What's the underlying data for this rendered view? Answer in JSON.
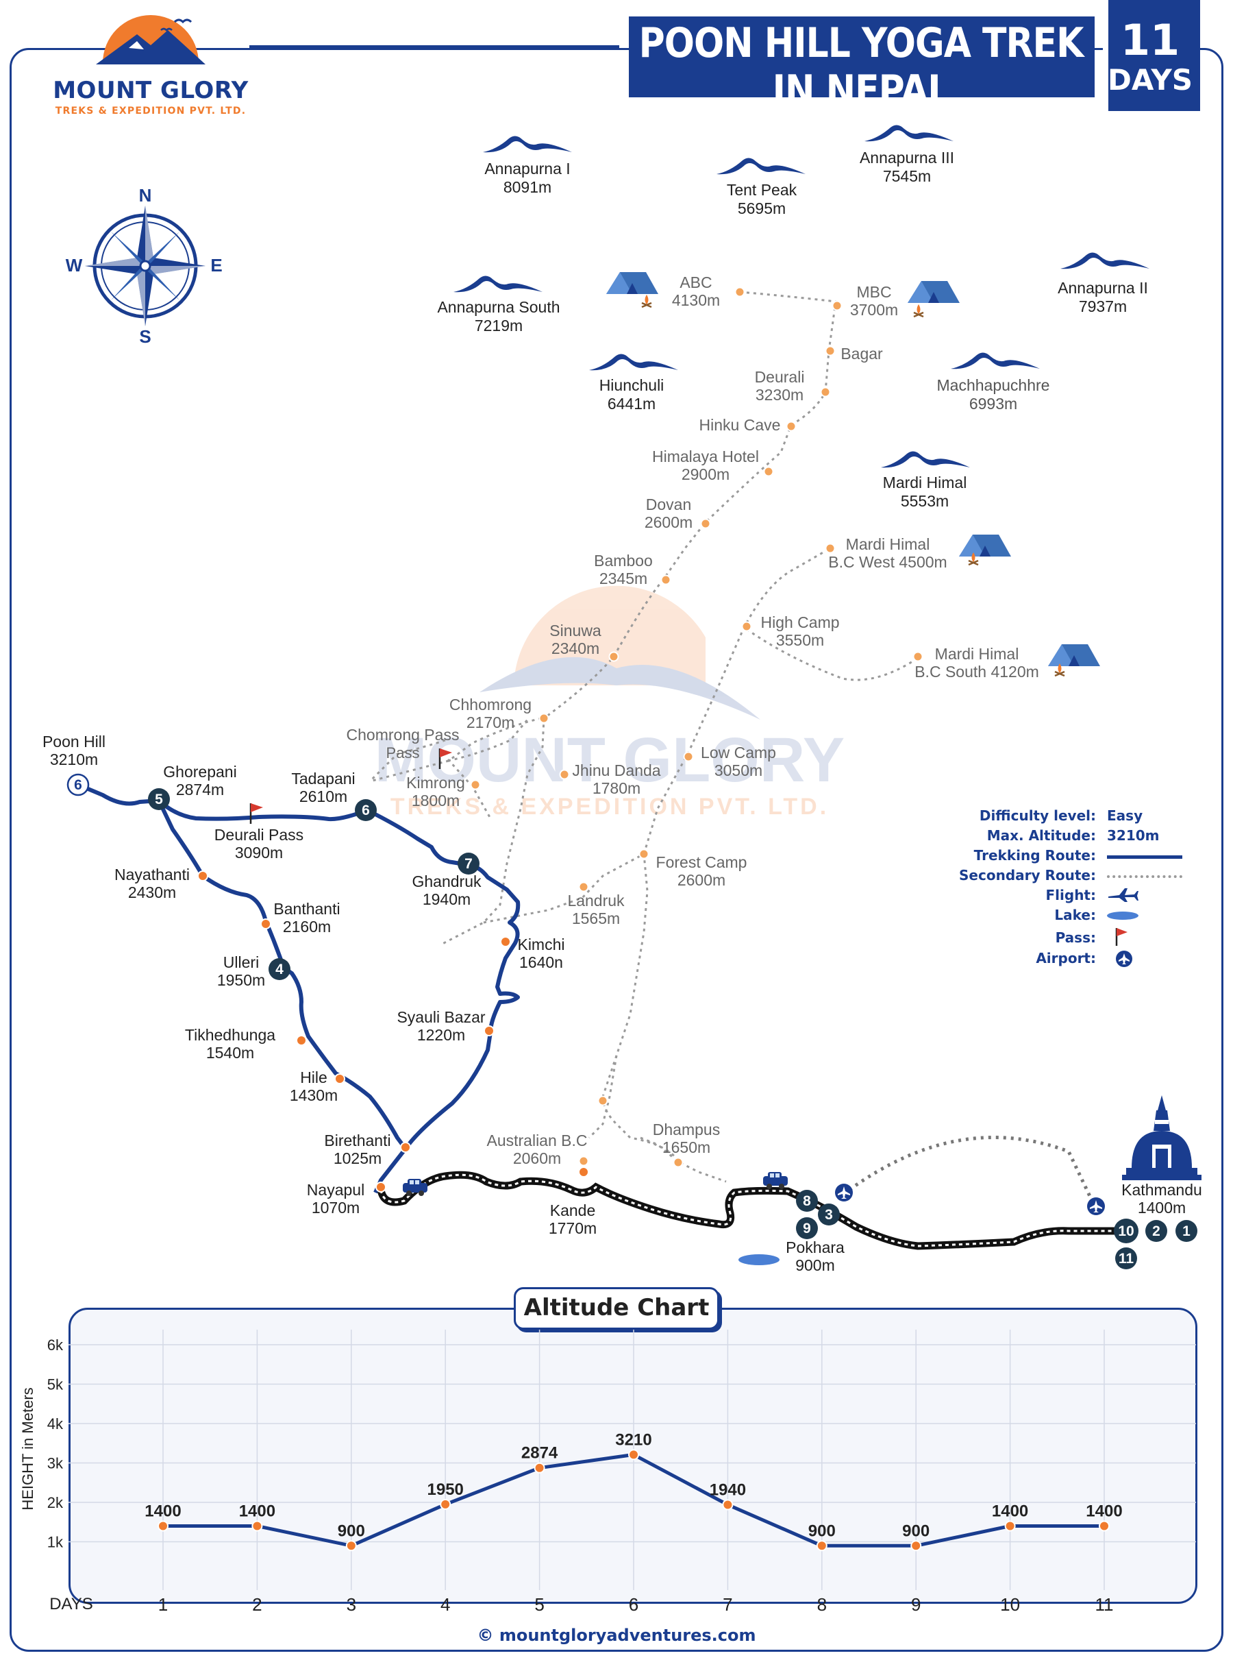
{
  "brand": {
    "name": "MOUNT GLORY",
    "tagline": "TREKS & EXPEDITION PVT. LTD."
  },
  "title": "POON HILL YOGA TREK IN NEPAL",
  "duration": {
    "number": "11",
    "unit": "DAYS"
  },
  "compass": {
    "n": "N",
    "s": "S",
    "e": "E",
    "w": "W"
  },
  "peaks": [
    {
      "name": "Annapurna I",
      "alt": "8091m"
    },
    {
      "name": "Tent Peak",
      "alt": "5695m"
    },
    {
      "name": "Annapurna III",
      "alt": "7545m"
    },
    {
      "name": "Annapurna South",
      "alt": "7219m"
    },
    {
      "name": "Annapurna II",
      "alt": "7937m"
    },
    {
      "name": "Hiunchuli",
      "alt": "6441m"
    },
    {
      "name": "Machhapuchhre",
      "alt": "6993m"
    },
    {
      "name": "Mardi Himal",
      "alt": "5553m"
    }
  ],
  "places": [
    {
      "name": "ABC",
      "alt": "4130m"
    },
    {
      "name": "MBC",
      "alt": "3700m"
    },
    {
      "name": "Bagar",
      "alt": ""
    },
    {
      "name": "Deurali",
      "alt": "3230m"
    },
    {
      "name": "Hinku Cave",
      "alt": ""
    },
    {
      "name": "Himalaya Hotel",
      "alt": "2900m"
    },
    {
      "name": "Dovan",
      "alt": "2600m"
    },
    {
      "name": "Bamboo",
      "alt": "2345m"
    },
    {
      "name": "Sinuwa",
      "alt": "2340m"
    },
    {
      "name": "Chhomrong",
      "alt": "2170m"
    },
    {
      "name": "Chomrong Pass",
      "alt": ""
    },
    {
      "name": "Kimrong",
      "alt": "1800m"
    },
    {
      "name": "Jhinu Danda",
      "alt": "1780m"
    },
    {
      "name": "Mardi Himal B.C West 4500m",
      "alt": ""
    },
    {
      "name": "High Camp",
      "alt": "3550m"
    },
    {
      "name": "Mardi Himal B.C South 4120m",
      "alt": ""
    },
    {
      "name": "Low Camp",
      "alt": "3050m"
    },
    {
      "name": "Forest Camp",
      "alt": "2600m"
    },
    {
      "name": "Landruk",
      "alt": "1565m"
    },
    {
      "name": "Poon Hill",
      "alt": "3210m"
    },
    {
      "name": "Ghorepani",
      "alt": "2874m"
    },
    {
      "name": "Tadapani",
      "alt": "2610m"
    },
    {
      "name": "Deurali Pass",
      "alt": "3090m"
    },
    {
      "name": "Ghandruk",
      "alt": "1940m"
    },
    {
      "name": "Nayathanti",
      "alt": "2430m"
    },
    {
      "name": "Banthanti",
      "alt": "2160m"
    },
    {
      "name": "Ulleri",
      "alt": "1950m"
    },
    {
      "name": "Kimchi",
      "alt": "1640n"
    },
    {
      "name": "Tikhedhunga",
      "alt": "1540m"
    },
    {
      "name": "Syauli Bazar",
      "alt": "1220m"
    },
    {
      "name": "Hile",
      "alt": "1430m"
    },
    {
      "name": "Birethanti",
      "alt": "1025m"
    },
    {
      "name": "Nayapul",
      "alt": "1070m"
    },
    {
      "name": "Australian B.C",
      "alt": "2060m"
    },
    {
      "name": "Dhampus",
      "alt": "1650m"
    },
    {
      "name": "Kande",
      "alt": "1770m"
    },
    {
      "name": "Pokhara",
      "alt": "900m"
    },
    {
      "name": "Kathmandu",
      "alt": "1400m"
    }
  ],
  "day_markers": [
    "6",
    "5",
    "6",
    "7",
    "4",
    "8",
    "3",
    "9",
    "10",
    "2",
    "1",
    "11"
  ],
  "watermark": {
    "name": "MOUNT GLORY",
    "tagline": "TREKS & EXPEDITION PVT. LTD."
  },
  "legend": {
    "difficulty_label": "Difficulty level:",
    "difficulty_value": "Easy",
    "altitude_label": "Max. Altitude:",
    "altitude_value": "3210m",
    "trek_route_label": "Trekking Route:",
    "secondary_route_label": "Secondary Route:",
    "flight_label": "Flight:",
    "lake_label": "Lake:",
    "pass_label": "Pass:",
    "airport_label": "Airport:"
  },
  "colors": {
    "primary": "#1a3d8f",
    "accent": "#f07b2d",
    "marker": "#1e3a4f",
    "secondary_route": "#9a9a9a",
    "lake": "#4a7fd4",
    "flag": "#d63a2f"
  },
  "icons": [
    "mountain-icon",
    "tent-icon",
    "campfire-icon",
    "car-icon",
    "plane-icon",
    "airport-icon",
    "flag-icon",
    "stupa-icon",
    "compass-icon",
    "copyright-icon"
  ],
  "chart_data": {
    "type": "line",
    "title": "Altitude Chart",
    "xlabel": "DAYS",
    "ylabel": "HEIGHT in Meters",
    "x": [
      1,
      2,
      3,
      4,
      5,
      6,
      7,
      8,
      9,
      10,
      11
    ],
    "values": [
      1400,
      1400,
      900,
      1950,
      2874,
      3210,
      1940,
      900,
      900,
      1400,
      1400
    ],
    "ylim": [
      0,
      6500
    ],
    "yticks": [
      "1k",
      "2k",
      "3k",
      "4k",
      "5k",
      "6k"
    ],
    "grid": true
  },
  "footer": {
    "site": "mountgloryadventures.com"
  }
}
